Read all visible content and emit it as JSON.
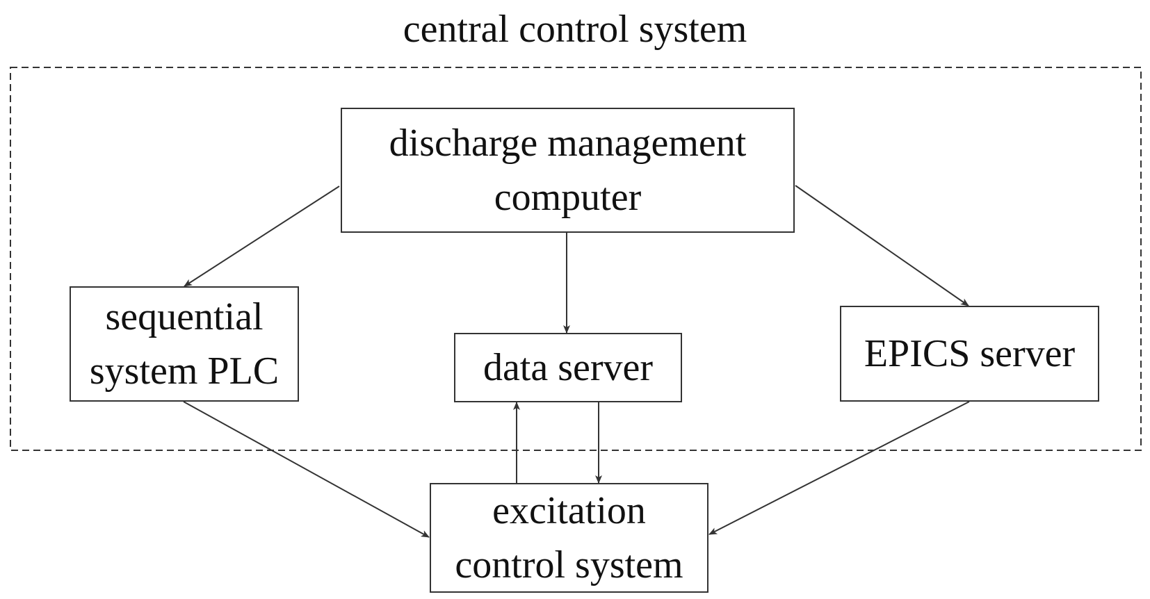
{
  "diagram": {
    "group_label": "central control system",
    "nodes": {
      "discharge": {
        "line1": "discharge management",
        "line2": "computer"
      },
      "plc": {
        "line1": "sequential",
        "line2": "system PLC"
      },
      "data": {
        "line1": "data server"
      },
      "epics": {
        "line1": "EPICS server"
      },
      "excitation": {
        "line1": "excitation",
        "line2": "control system"
      }
    },
    "edges": [
      {
        "from": "discharge management computer",
        "to": "sequential system PLC"
      },
      {
        "from": "discharge management computer",
        "to": "data server"
      },
      {
        "from": "discharge management computer",
        "to": "EPICS server"
      },
      {
        "from": "sequential system PLC",
        "to": "excitation control system"
      },
      {
        "from": "EPICS server",
        "to": "excitation control system"
      },
      {
        "from": "excitation control system",
        "to": "data server"
      },
      {
        "from": "data server",
        "to": "excitation control system"
      }
    ],
    "colors": {
      "line": "#333333",
      "background": "#ffffff"
    }
  }
}
